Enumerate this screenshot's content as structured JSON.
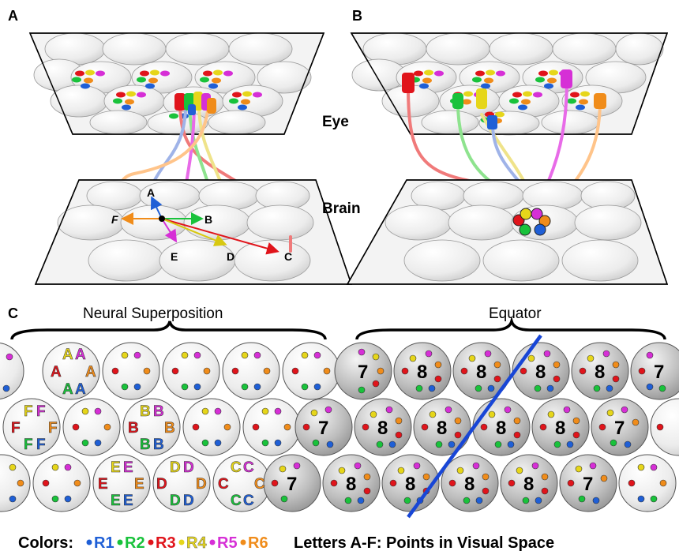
{
  "panels": {
    "a": "A",
    "b": "B",
    "c": "C"
  },
  "labels": {
    "eye": "Eye",
    "brain": "Brain"
  },
  "points": [
    "A",
    "B",
    "C",
    "D",
    "E",
    "F"
  ],
  "sections": {
    "left": "Neural Superposition",
    "right": "Equator"
  },
  "legend": {
    "colors_label": "Colors:",
    "items": [
      {
        "name": "R1",
        "color": "#1f5fd6"
      },
      {
        "name": "R2",
        "color": "#19c23b"
      },
      {
        "name": "R3",
        "color": "#e0141b"
      },
      {
        "name": "R4",
        "color": "#e6d61a"
      },
      {
        "name": "R5",
        "color": "#d62fd6"
      },
      {
        "name": "R6",
        "color": "#f08c1a"
      }
    ],
    "letters_note": "Letters A-F: Points in Visual Space"
  },
  "cartridges": {
    "seven": "7",
    "eight": "8"
  },
  "colors": {
    "R1": "#1f5fd6",
    "R2": "#19c23b",
    "R3": "#e0141b",
    "R4": "#e6d61a",
    "R5": "#d62fd6",
    "R6": "#f08c1a",
    "equator_line": "#1846d6"
  }
}
